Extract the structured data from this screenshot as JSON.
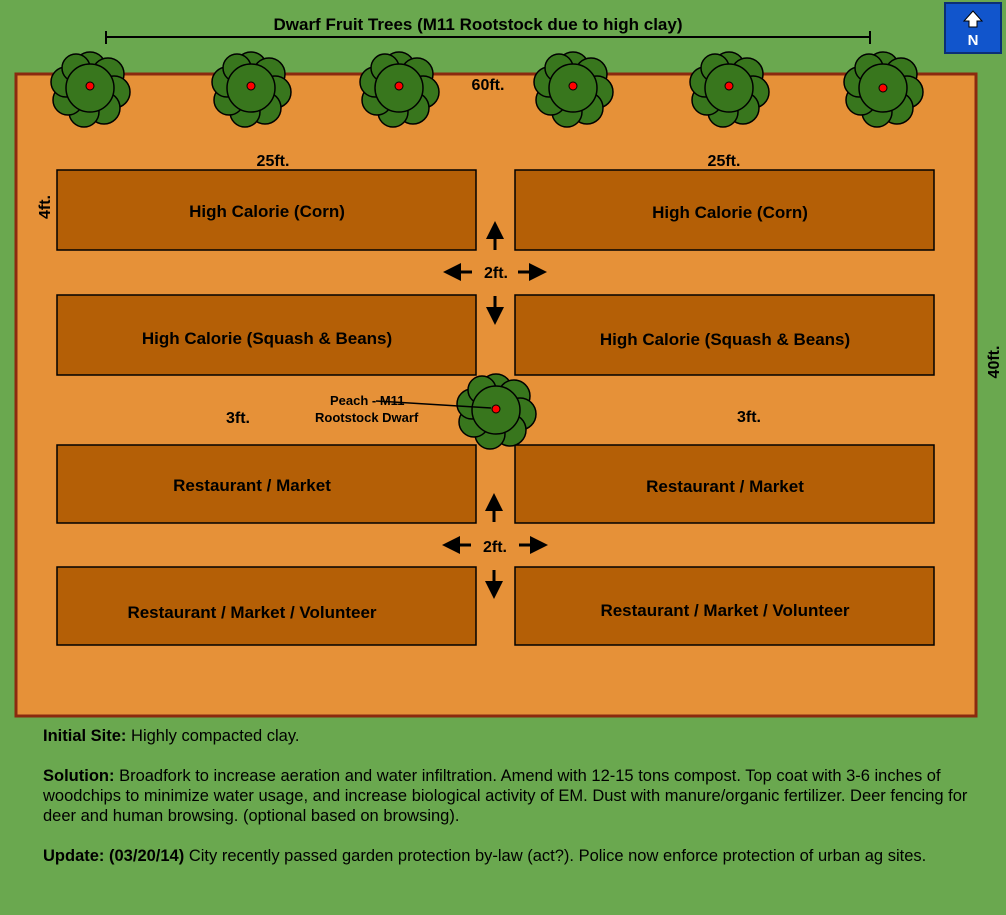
{
  "title": "Dwarf Fruit Trees (M11 Rootstock due to high clay)",
  "compass": {
    "icon": "north-arrow-icon",
    "label": "N"
  },
  "dimensions": {
    "width": "60ft.",
    "height": "40ft.",
    "bed_length_left": "25ft.",
    "bed_length_right": "25ft.",
    "bed_width": "4ft.",
    "gap_left": "3ft.",
    "gap_right": "3ft.",
    "path_top": "2ft.",
    "path_bottom": "2ft."
  },
  "beds": [
    "High Calorie (Corn)",
    "High Calorie (Corn)",
    "High Calorie (Squash & Beans)",
    "High Calorie (Squash & Beans)",
    "Restaurant / Market",
    "Restaurant / Market",
    "Restaurant / Market / Volunteer",
    "Restaurant / Market / Volunteer"
  ],
  "peach": {
    "line1": "Peach - M11",
    "line2": "Rootstock Dwarf"
  },
  "notes": {
    "initial_label": "Initial Site:",
    "initial_text": " Highly compacted clay.",
    "solution_label": "Solution:",
    "solution_text": " Broadfork to increase aeration and water infiltration. Amend with 12-15 tons compost. Top coat with 3-6 inches of woodchips to minimize water usage, and increase biological activity of EM. Dust with manure/organic fertilizer. Deer fencing for deer and human browsing. (optional based on browsing).",
    "update_label": "Update:",
    "update_date": " (03/20/14)",
    "update_text": " City recently passed garden protection by-law (act?). Police now enforce protection of urban ag sites."
  },
  "colors": {
    "background": "#6aa84f",
    "site": "#e69138",
    "site_border": "#8b2a0f",
    "bed": "#b45f06",
    "tree": "#38761d",
    "tree_dot": "#ff0000",
    "compass": "#1155cc"
  }
}
